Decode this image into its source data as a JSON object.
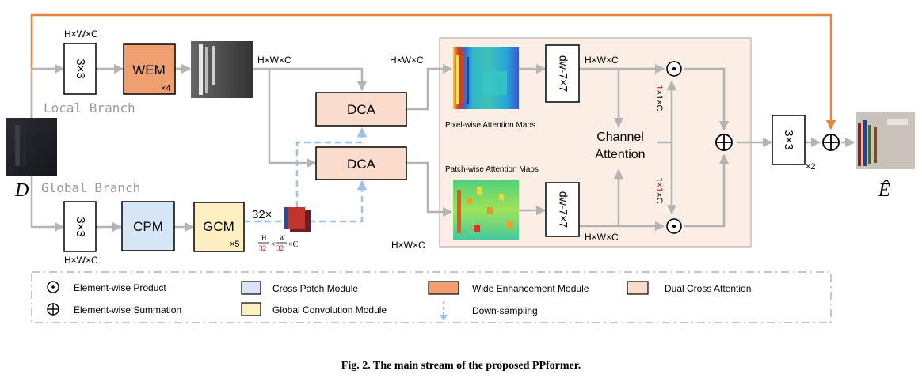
{
  "diagram": {
    "input_label": "D",
    "output_label": "Ê",
    "branch_local": "Local Branch",
    "branch_global": "Global Branch",
    "conv_local": "3×3",
    "conv_global": "3×3",
    "conv_out": "3×3",
    "dims_top_left": "H×W×C",
    "dims_bottom_left": "H×W×C",
    "dims_wem_out": "H×W×C",
    "dims_dca_top": "H×W×C",
    "dims_dca_bottom": "H×W×C",
    "dims_dw_top": "H×W×C",
    "dims_dw_bottom": "H×W×C",
    "wem": "WEM",
    "wem_mult": "×4",
    "cpm": "CPM",
    "gcm": "GCM",
    "gcm_mult": "×5",
    "down_factor": "32×",
    "down_dims_h": "H",
    "down_dims_w": "W",
    "down_dims_den": "32",
    "down_dims_c": "×C",
    "dca_top": "DCA",
    "dca_bottom": "DCA",
    "pixel_maps": "Pixel-wise Attention Maps",
    "patch_maps": "Patch-wise Attention Maps",
    "dw_top": "dw-7×7",
    "dw_bottom": "dw-7×7",
    "channel_attention_1": "Channel",
    "channel_attention_2": "Attention",
    "ch_top_a": "1",
    "ch_top_b": "×1×C",
    "ch_bot_a": "1",
    "ch_bot_b": "×1×C",
    "sum_symbol": "⊕",
    "prod_symbol": "⊙",
    "out_mult": "×2"
  },
  "legend": {
    "element_product": "Element-wise Product",
    "element_sum": "Element-wise Summation",
    "cross_patch": "Cross Patch Module",
    "global_conv": "Global Convolution Module",
    "wide_enh": "Wide Enhancement Module",
    "down_sampling": "Down-sampling",
    "dual_cross": "Dual Cross Attention"
  },
  "caption": "Fig. 2.  The main stream of the proposed PPformer.",
  "colors": {
    "wem": "#f0a070",
    "cpm": "#d6e6f5",
    "gcm": "#fcefc2",
    "dca": "#f9dccb",
    "panel": "#fbeee4",
    "arrow_gray": "#b4b4b4",
    "arrow_orange": "#e8853d",
    "arrow_blue": "#9cc3e6"
  }
}
